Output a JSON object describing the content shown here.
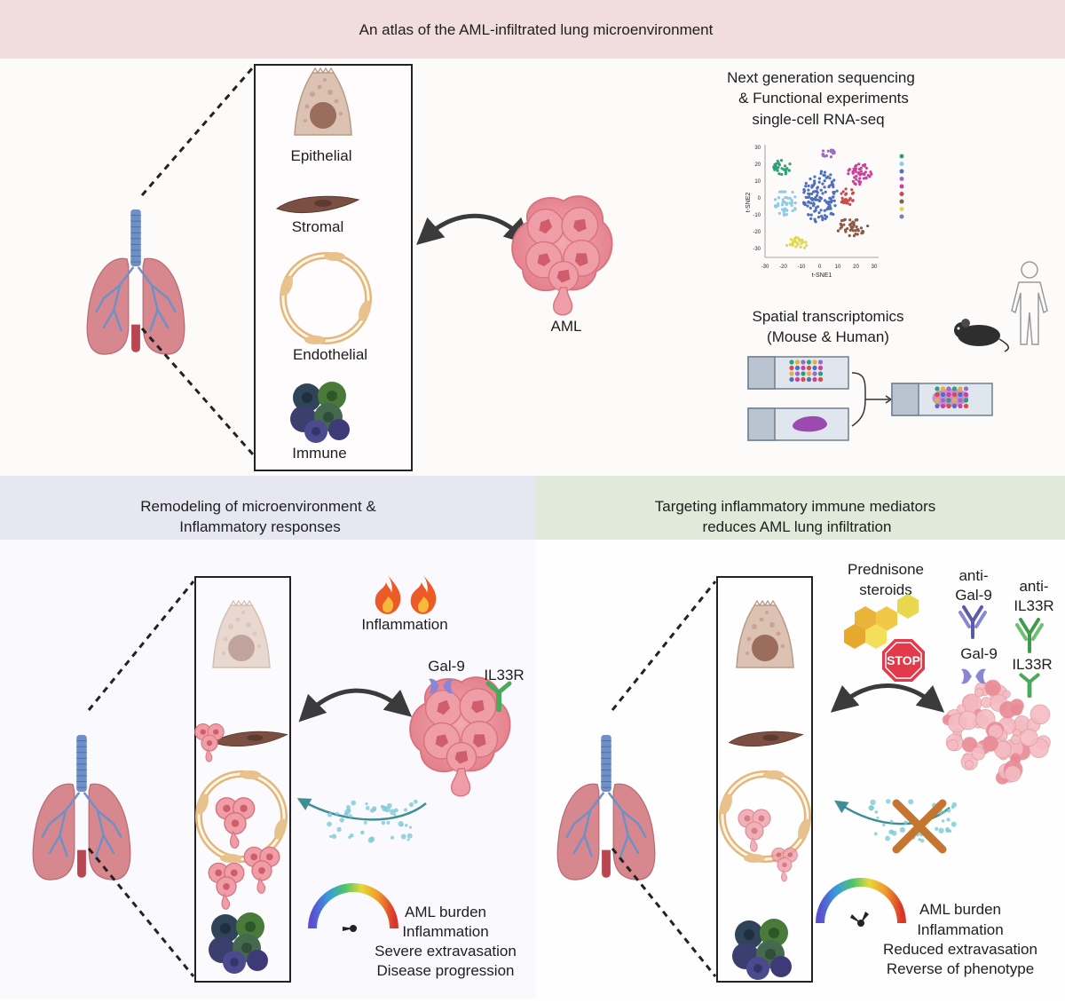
{
  "top": {
    "title": "An atlas of the AML-infiltrated lung microenvironment",
    "cells": {
      "epithelial": "Epithelial",
      "stromal": "Stromal",
      "endothelial": "Endothelial",
      "immune": "Immune"
    },
    "aml_label": "AML",
    "ngs": {
      "line1": "Next generation sequencing",
      "line2": "& Functional experiments",
      "line3": "single-cell RNA-seq"
    },
    "tsne": {
      "xlabel": "t-SNE1",
      "ylabel": "t-SNE2",
      "xticks": [
        "-30",
        "-20",
        "-10",
        "0",
        "10",
        "20",
        "30"
      ],
      "yticks": [
        "30",
        "20",
        "10",
        "0",
        "-10",
        "-20",
        "-30"
      ],
      "cluster_colors": [
        "#2aa178",
        "#8fcbe8",
        "#4f6fbd",
        "#9c6bc4",
        "#cc3f9a",
        "#c84a4a",
        "#8a5a44",
        "#e2d94a",
        "#7d7db8"
      ]
    },
    "spatial": {
      "line1": "Spatial transcriptomics",
      "line2": "(Mouse & Human)"
    }
  },
  "left_panel": {
    "header_line1": "Remodeling of microenvironment &",
    "header_line2": "Inflammatory responses",
    "inflammation": "Inflammation",
    "gal9": "Gal-9",
    "il33r": "IL33R",
    "outcomes": [
      "AML burden",
      "Inflammation",
      "Severe extravasation",
      "Disease progression"
    ]
  },
  "right_panel": {
    "header_line1": "Targeting inflammatory immune mediators",
    "header_line2": "reduces AML lung infiltration",
    "prednisone_line1": "Prednisone",
    "prednisone_line2": "steroids",
    "anti_gal9_line1": "anti-",
    "anti_gal9_line2": "Gal-9",
    "anti_il33r_line1": "anti-",
    "anti_il33r_line2": "IL33R",
    "stop": "STOP",
    "gal9": "Gal-9",
    "il33r": "IL33R",
    "outcomes": [
      "AML burden",
      "Inflammation",
      "Reduced extravasation",
      "Reverse of phenotype"
    ]
  },
  "colors": {
    "top_header": "#f1dcde",
    "left_header": "#e7e7f2",
    "right_header": "#dfeadb",
    "aml_pink": "#e98a94",
    "lung_pink": "#d98a93",
    "trachea_blue": "#6e8fc4"
  }
}
